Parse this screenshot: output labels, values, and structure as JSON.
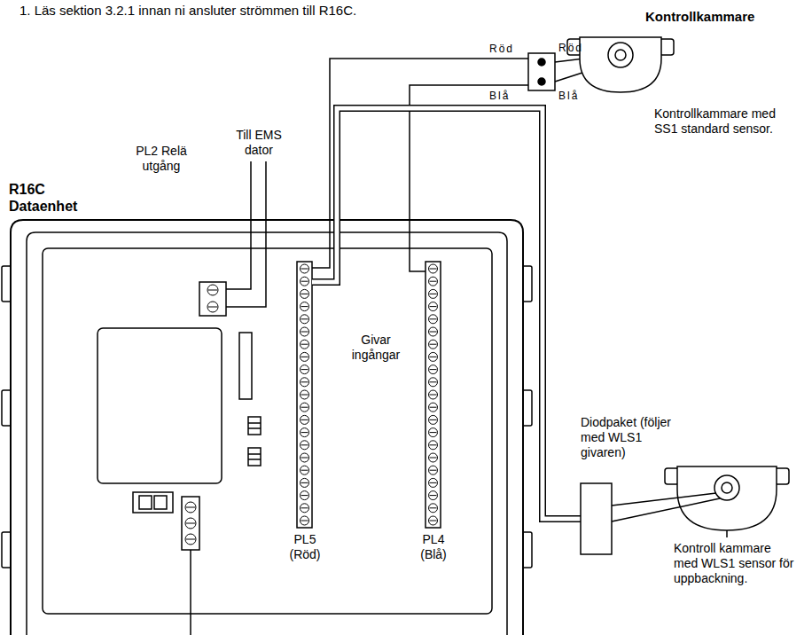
{
  "diagram": {
    "nodes": [
      {
        "text": [
          "R16C Dataenhet"
        ]
      }
    ],
    "labels": [
      "1. Läs sektion 3.2.1 innan ni ansluter strömmen till R16C.",
      "Kontrollkammare",
      "Röd",
      "Röd",
      "Blå",
      "Blå",
      "Kontrollkammare med SS1 standard sensor.",
      "Till EMS dator",
      "PL2 Relä utgång",
      "Givar ingångar",
      "PL5 (Röd)",
      "PL4 (Blå)",
      "Diodpaket (följer med WLS1 givaren)",
      "Kontroll kammare med WLS1 sensor för uppbackning."
    ]
  }
}
